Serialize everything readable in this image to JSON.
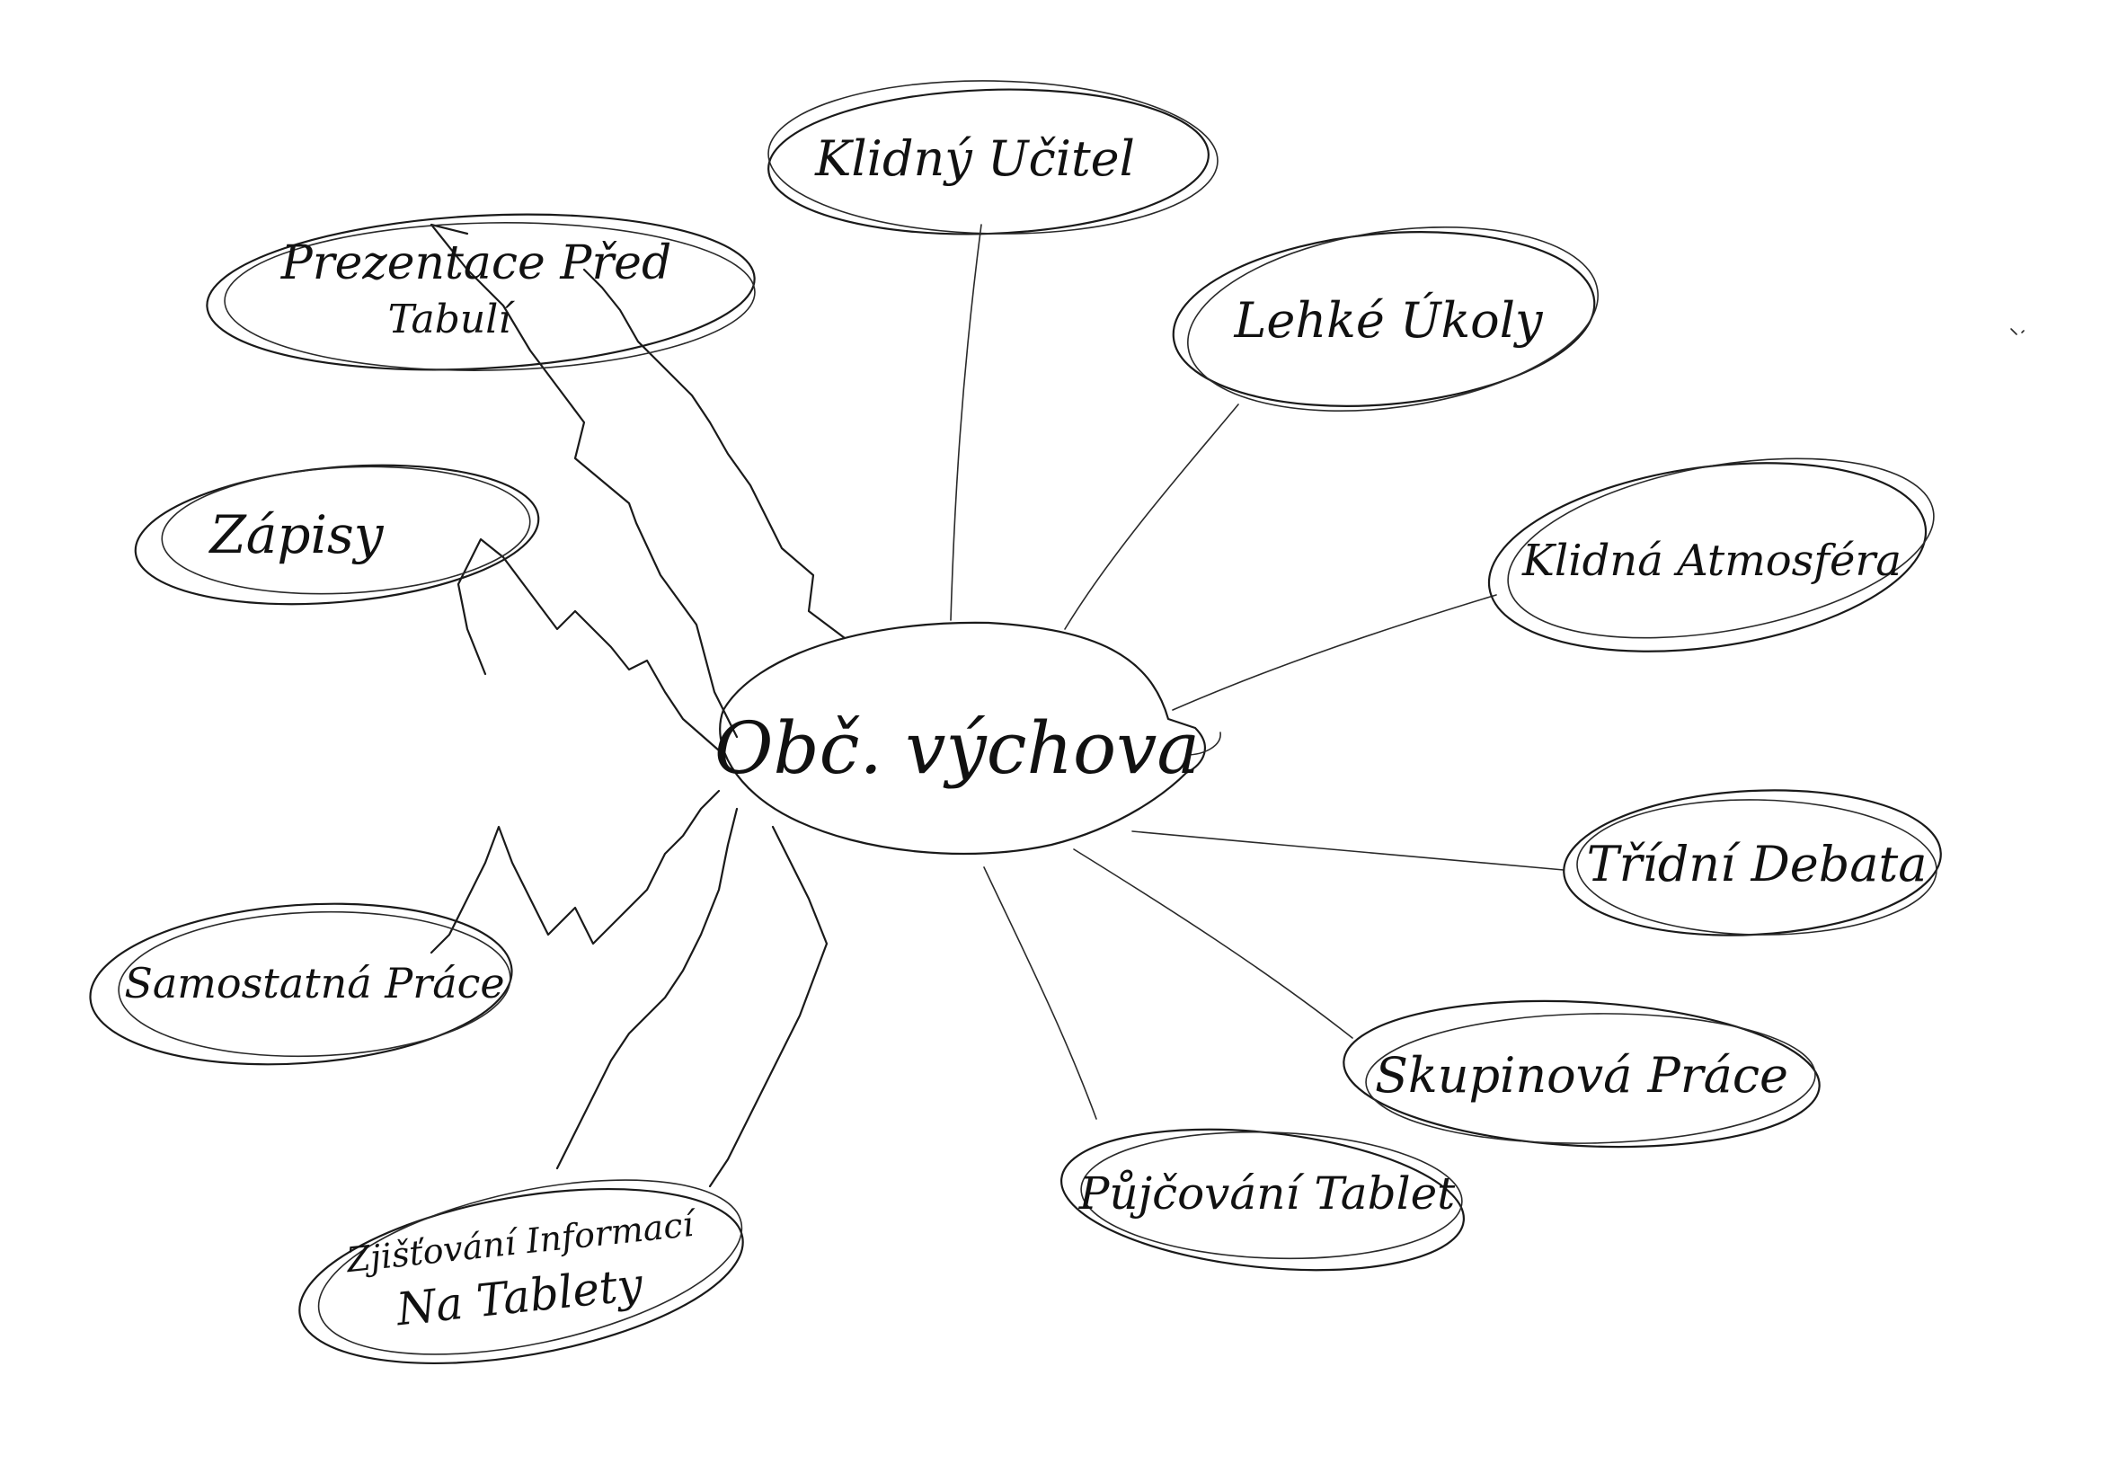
{
  "center": {
    "label": "Obč. výchova"
  },
  "positive_nodes": [
    {
      "id": "klidny-ucitel",
      "label": "Klidný Učitel"
    },
    {
      "id": "lehke-ukoly",
      "label": "Lehké Úkoly"
    },
    {
      "id": "klidna-atmosfera",
      "label": "Klidná Atmosféra"
    },
    {
      "id": "tridni-debata",
      "label": "Třídní Debata"
    },
    {
      "id": "skupinova-prace",
      "label": "Skupinová Práce"
    },
    {
      "id": "pujcovani-tablet",
      "label": "Půjčování Tablet"
    }
  ],
  "negative_nodes": [
    {
      "id": "prezentace-pred-tabuli",
      "label_line1": "Prezentace Před",
      "label_line2": "Tabulí"
    },
    {
      "id": "zapisy",
      "label": "Zápisy"
    },
    {
      "id": "samostatna-prace",
      "label": "Samostatná Práce"
    },
    {
      "id": "zjistovani-informaci",
      "label_line1": "Zjišťování Informací",
      "label_line2": "Na Tablety"
    }
  ]
}
